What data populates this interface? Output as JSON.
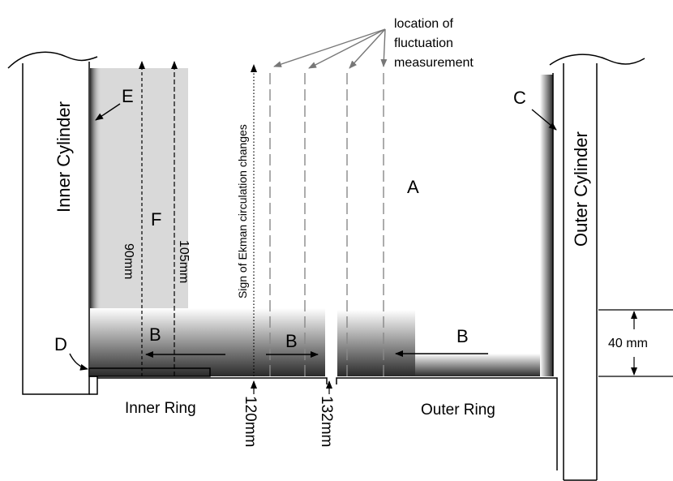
{
  "labels": {
    "inner_cylinder": "Inner Cylinder",
    "outer_cylinder": "Outer Cylinder",
    "inner_ring": "Inner Ring",
    "outer_ring": "Outer Ring",
    "region_a": "A",
    "region_b": "B",
    "region_c": "C",
    "region_d": "D",
    "region_e": "E",
    "region_f": "F",
    "fluct_line1": "location of",
    "fluct_line2": "fluctuation",
    "fluct_line3": "measurement",
    "ekman_sign": "Sign of Ekman circulation changes",
    "dim_90": "90mm",
    "dim_105": "105mm",
    "dim_120": "120mm",
    "dim_132": "132mm",
    "dim_40": "40 mm"
  },
  "colors": {
    "line": "#000000",
    "pointer": "#777777",
    "shaded_region": "#d9d9d9",
    "dark_gradient": "#2a2a2a"
  }
}
